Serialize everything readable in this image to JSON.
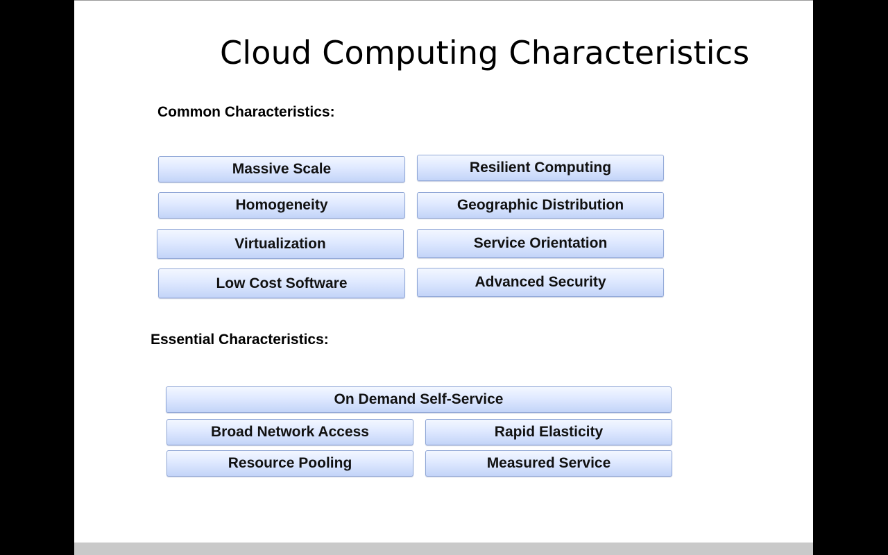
{
  "slide": {
    "title": "Cloud Computing Characteristics",
    "common": {
      "heading": "Common Characteristics:",
      "items": [
        "Massive Scale",
        "Resilient Computing",
        "Homogeneity",
        "Geographic Distribution",
        "Virtualization",
        "Service Orientation",
        "Low Cost Software",
        "Advanced Security"
      ]
    },
    "essential": {
      "heading": "Essential Characteristics:",
      "items": [
        "On Demand Self-Service",
        "Broad Network Access",
        "Rapid Elasticity",
        "Resource Pooling",
        "Measured Service"
      ]
    }
  },
  "colors": {
    "background": "#000000",
    "slide": "#ffffff",
    "box_border": "#8fa6d6",
    "box_fill_top": "#f3f7ff",
    "box_fill_bottom": "#c3d4f8"
  }
}
